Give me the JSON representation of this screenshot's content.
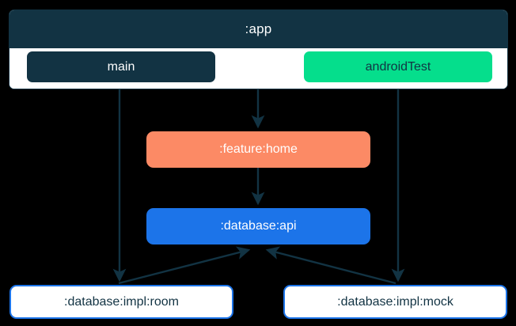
{
  "graph": {
    "background_color": "#000000",
    "edge_color": "#123343",
    "app_module": {
      "title": ":app",
      "header_color": "#123343",
      "body_color": "#ffffff",
      "source_sets": [
        {
          "label": "main",
          "color": "#123343",
          "text_color": "#ffffff"
        },
        {
          "label": "androidTest",
          "color": "#05DE8C",
          "text_color": "#123343"
        }
      ]
    },
    "nodes": [
      {
        "label": ":feature:home",
        "color": "#FC8A65",
        "text_color": "#ffffff"
      },
      {
        "label": ":database:api",
        "color": "#1C74E9",
        "text_color": "#ffffff"
      },
      {
        "label": ":database:impl:room",
        "color": "#ffffff",
        "border_color": "#1C74E9",
        "text_color": "#123343"
      },
      {
        "label": ":database:impl:mock",
        "color": "#ffffff",
        "border_color": "#1C74E9",
        "text_color": "#123343"
      }
    ],
    "edges": [
      {
        "from": ":app",
        "to": ":feature:home"
      },
      {
        "from": ":feature:home",
        "to": ":database:api"
      },
      {
        "from": "main",
        "to": ":database:impl:room"
      },
      {
        "from": "androidTest",
        "to": ":database:impl:mock"
      },
      {
        "from": ":database:impl:room",
        "to": ":database:api"
      },
      {
        "from": ":database:impl:mock",
        "to": ":database:api"
      }
    ]
  }
}
